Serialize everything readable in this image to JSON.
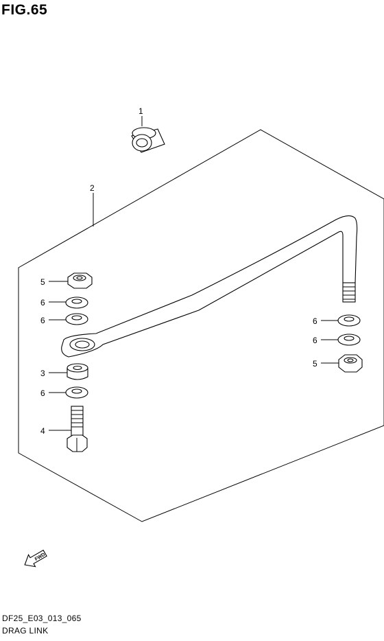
{
  "figure": {
    "title": "FIG.65"
  },
  "footer": {
    "code": "DF25_E03_013_065",
    "name": "DRAG LINK"
  },
  "fwd_label": "FWD",
  "callouts": [
    {
      "id": "c1",
      "number": "1"
    },
    {
      "id": "c2",
      "number": "2"
    },
    {
      "id": "c5a",
      "number": "5"
    },
    {
      "id": "c6a",
      "number": "6"
    },
    {
      "id": "c6b",
      "number": "6"
    },
    {
      "id": "c3",
      "number": "3"
    },
    {
      "id": "c6c",
      "number": "6"
    },
    {
      "id": "c4",
      "number": "4"
    },
    {
      "id": "c6d",
      "number": "6"
    },
    {
      "id": "c6e",
      "number": "6"
    },
    {
      "id": "c5b",
      "number": "5"
    }
  ],
  "colors": {
    "line": "#000000",
    "part_fill": "#ffffff",
    "part_shade": "#e6e6e6"
  }
}
